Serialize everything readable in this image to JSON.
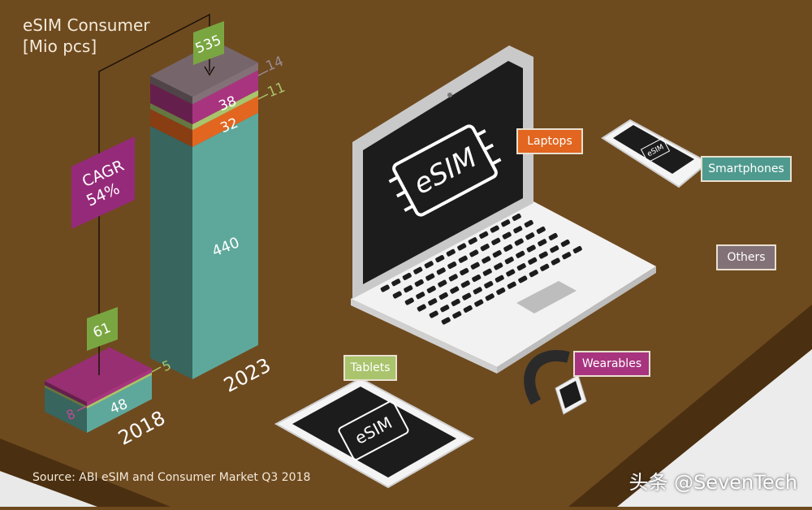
{
  "chart_data": {
    "type": "bar",
    "stacked": true,
    "title": "eSIM Consumer",
    "unit_label": "[Mio pcs]",
    "categories": [
      "2018",
      "2023"
    ],
    "series": [
      {
        "name": "Smartphones",
        "color": "#5ea89b",
        "values": [
          48,
          440
        ]
      },
      {
        "name": "Laptops",
        "color": "#e2661f",
        "values": [
          0,
          32
        ]
      },
      {
        "name": "Tablets",
        "color": "#a9c46c",
        "values": [
          5,
          11
        ]
      },
      {
        "name": "Wearables",
        "color": "#a8347f",
        "values": [
          8,
          38
        ]
      },
      {
        "name": "Others",
        "color": "#837178",
        "values": [
          0,
          14
        ]
      }
    ],
    "totals": [
      "61",
      "535"
    ],
    "value_labels": {
      "y2018": {
        "smartphones": "48",
        "wearables": "8",
        "tablets": "5"
      },
      "y2023": {
        "smartphones": "440",
        "laptops": "32",
        "tablets": "11",
        "wearables": "38",
        "others": "14"
      }
    },
    "annotation": {
      "line1": "CAGR",
      "line2": "54%"
    }
  },
  "legend": {
    "laptops": "Laptops",
    "smartphones": "Smartphones",
    "others": "Others",
    "wearables": "Wearables",
    "tablets": "Tablets"
  },
  "device_screen_text": "eSIM",
  "source": "Source: ABI eSIM and Consumer Market Q3 2018",
  "watermark": "头条 @SevenTech"
}
